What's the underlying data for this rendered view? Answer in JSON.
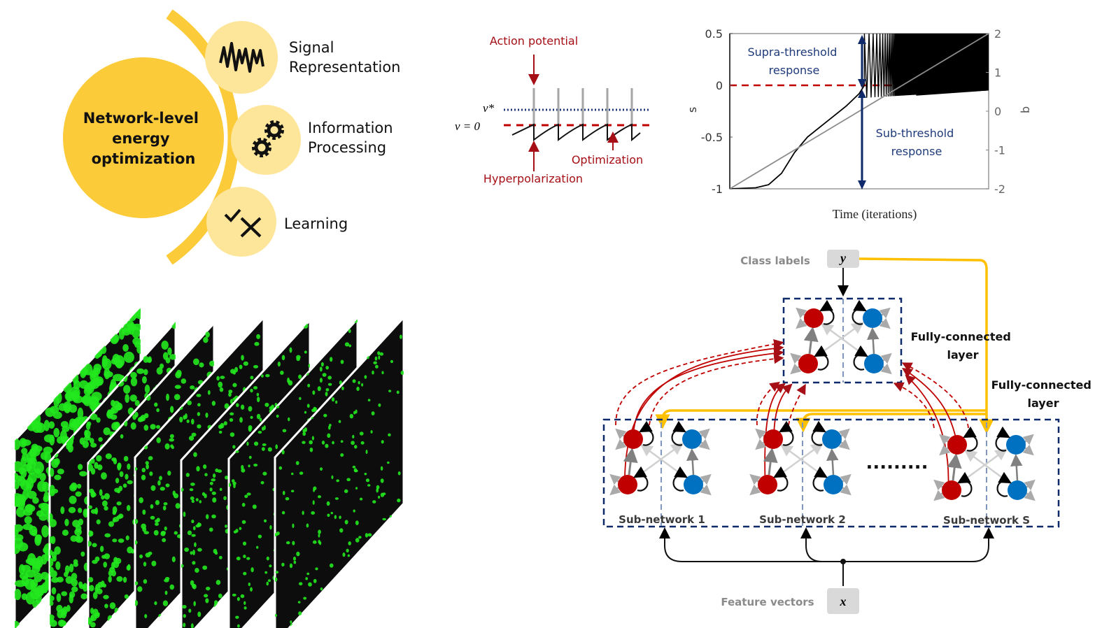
{
  "colors": {
    "yellow_main": "#FCCB3A",
    "yellow_light": "#FDE59A",
    "dark_red": "#A50F15",
    "navy": "#0F2A6B",
    "red_neuron": "#C00000",
    "blue_neuron": "#0070C0",
    "gold_arrow": "#FFC000",
    "gray_box": "#D9D9D9",
    "green_spots": "#22E81E"
  },
  "panel_a": {
    "center_label_lines": [
      "Network-level",
      "energy",
      "optimization"
    ],
    "items": [
      {
        "icon": "waveform-icon",
        "label_lines": [
          "Signal",
          "Representation"
        ]
      },
      {
        "icon": "gears-icon",
        "label_lines": [
          "Information",
          "Processing"
        ]
      },
      {
        "icon": "check-cross-icon",
        "label_lines": [
          "Learning"
        ]
      }
    ]
  },
  "panel_b": {
    "action_potential": "Action potential",
    "v_star": "v*",
    "v_zero": "v = 0",
    "hyperpolarization": "Hyperpolarization",
    "optimization": "Optimization",
    "spike_count": 5
  },
  "chart_data": {
    "type": "line",
    "title": "",
    "xlabel": "Time (iterations)",
    "ylabel": "s",
    "y2label": "q",
    "ylim": [
      -1,
      0.5
    ],
    "y2lim": [
      -2,
      2
    ],
    "yticks": [
      "0.5",
      "0",
      "-0.5",
      "-1"
    ],
    "y2ticks": [
      "2",
      "1",
      "0",
      "-1",
      "-2"
    ],
    "threshold": 0,
    "annotations": [
      {
        "text_lines": [
          "Supra-threshold",
          "response"
        ],
        "region": "above threshold"
      },
      {
        "text_lines": [
          "Sub-threshold",
          "response"
        ],
        "region": "below threshold"
      }
    ],
    "series": [
      {
        "name": "s",
        "axis": "left",
        "style": "black solid",
        "x": [
          0,
          0.1,
          0.15,
          0.2,
          0.25,
          0.3,
          0.35,
          0.4,
          0.45,
          0.5,
          0.52
        ],
        "y": [
          -1,
          -0.99,
          -0.96,
          -0.85,
          -0.65,
          -0.5,
          -0.4,
          -0.3,
          -0.2,
          -0.08,
          0
        ],
        "note": "oscillates between ~0.5 and ~-0.12 after x≈0.52, lower bound rising to ~-0.05 at end"
      },
      {
        "name": "q",
        "axis": "right",
        "style": "gray solid",
        "x": [
          0,
          1
        ],
        "y": [
          -2,
          2
        ]
      }
    ]
  },
  "panel_d": {
    "layer_count": 7,
    "density": [
      0.75,
      0.45,
      0.3,
      0.2,
      0.15,
      0.1,
      0.07
    ]
  },
  "panel_e": {
    "class_labels": "Class labels",
    "y_symbol": "y",
    "feature_vectors": "Feature vectors",
    "x_symbol": "x",
    "fc_layer_top": [
      "Fully-connected",
      "layer"
    ],
    "fc_layer_bottom": [
      "Fully-connected",
      "layer"
    ],
    "subnetworks": [
      "Sub-network  1",
      "Sub-network  2",
      "Sub-network  S"
    ],
    "ellipsis": "........."
  }
}
